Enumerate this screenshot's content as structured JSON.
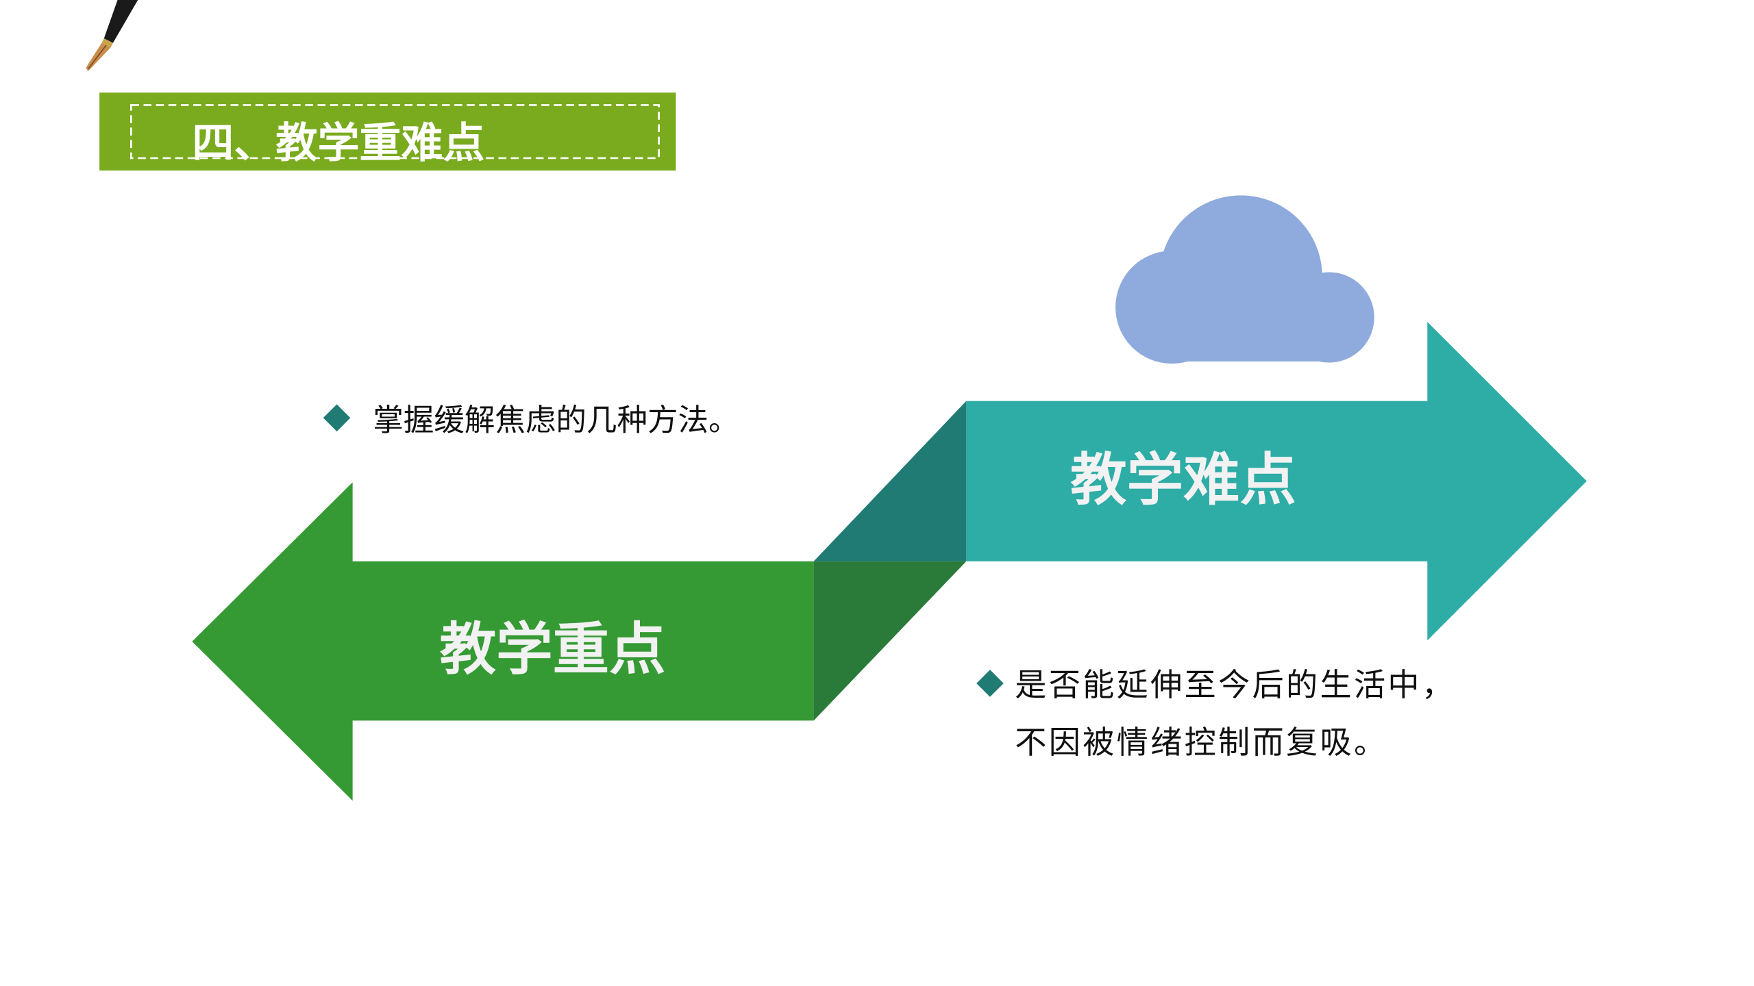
{
  "header": {
    "title": "四、教学重难点"
  },
  "arrows": {
    "key_points": {
      "label": "教学重点"
    },
    "difficult_points": {
      "label": "教学难点"
    }
  },
  "bullets": {
    "key_points": [
      "掌握缓解焦虑的几种方法。"
    ],
    "difficult_points": [
      "是否能延伸至今后的生活中，",
      "不因被情绪控制而复吸。"
    ]
  },
  "icons": [
    "fountain-pen-icon",
    "cloud-icon",
    "diamond-bullet-icon"
  ],
  "colors": {
    "header_bg": "#7aab1e",
    "teal": "#2eaca6",
    "teal_dark": "#1f7b74",
    "green": "#359a33",
    "green_dark": "#2a7a3a",
    "cloud": "#8faadc"
  }
}
